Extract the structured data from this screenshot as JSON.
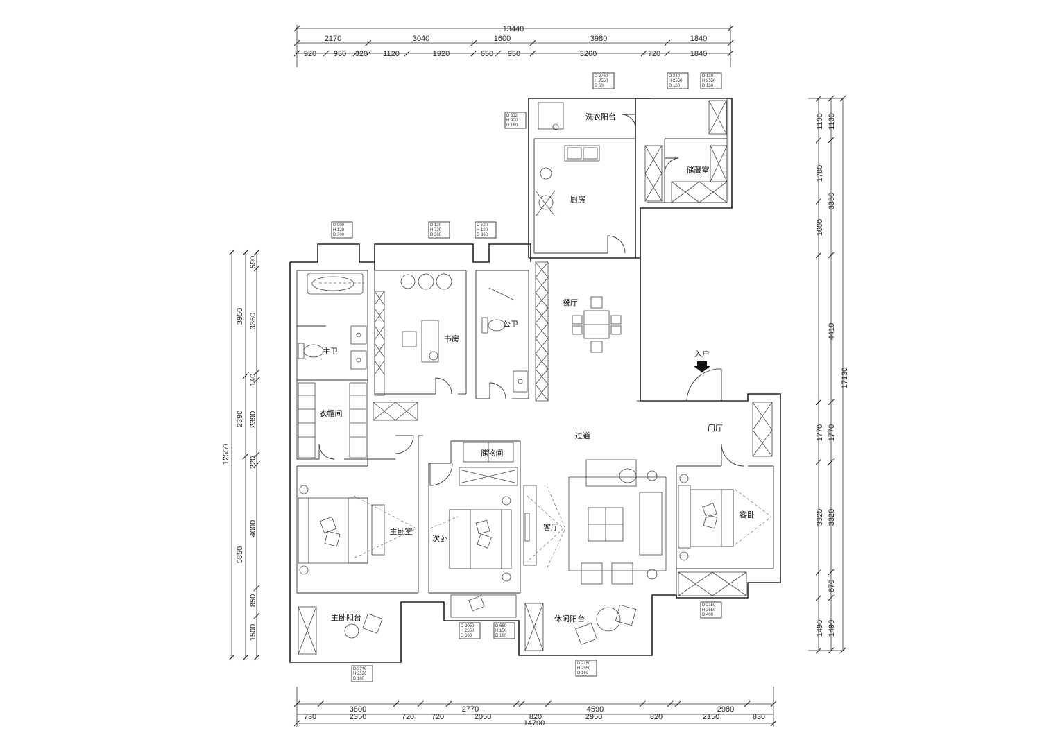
{
  "rooms": {
    "laundry_balcony": "洗衣阳台",
    "storage_room": "储藏室",
    "kitchen": "厨房",
    "dining": "餐厅",
    "entry": "入户",
    "master_bath": "主卫",
    "study": "书房",
    "public_bath": "公卫",
    "walkin_closet": "衣帽间",
    "corridor": "过道",
    "foyer": "门厅",
    "storeroom": "储物间",
    "master_bedroom": "主卧室",
    "second_bedroom": "次卧",
    "living": "客厅",
    "guest_room": "客卧",
    "master_balcony": "主卧阳台",
    "leisure_balcony": "休闲阳台"
  },
  "dims": {
    "top_total": "13440",
    "top_row1": [
      "2170",
      "3040",
      "1600",
      "3980",
      "1840"
    ],
    "top_row2": [
      "920",
      "930",
      "320",
      "1120",
      "1920",
      "650",
      "950",
      "3260",
      "720",
      "1840"
    ],
    "bottom_row1": [
      "730",
      "2350",
      "720",
      "720",
      "2050",
      "820",
      "2950",
      "820",
      "2150",
      "830"
    ],
    "bottom_row2": [
      "3800",
      "2770",
      "4590",
      "2980"
    ],
    "bottom_total": "14790",
    "left_outer": [
      "3950",
      "2390",
      "5850"
    ],
    "left_total": "12550",
    "left_inner": [
      "590",
      "3360",
      "140",
      "2390",
      "220",
      "4000",
      "850",
      "1500"
    ],
    "right_outer": [
      "1100",
      "3380",
      "4410",
      "1770",
      "3320",
      "670",
      "1490"
    ],
    "right_total": "17130",
    "right_inner": [
      "1100",
      "1780",
      "1600",
      "1770",
      "3320",
      "1490"
    ]
  },
  "window_tags": {
    "t1": [
      "D 2760",
      "H 2550",
      "D 60"
    ],
    "t2": [
      "D 240",
      "H 2550",
      "D 160"
    ],
    "t3": [
      "D 120",
      "H 2550",
      "D 160"
    ],
    "t4": [
      "D 632",
      "H 900",
      "D 160"
    ],
    "t5": [
      "D 900",
      "H 120",
      "D 300"
    ],
    "t6": [
      "D 120",
      "H 720",
      "D 360"
    ],
    "t7": [
      "D 720",
      "H 120",
      "D 360"
    ],
    "t8": [
      "D 2150",
      "H 2550",
      "D 400"
    ],
    "t9": [
      "D 3340",
      "H 2520",
      "D 160"
    ],
    "t10": [
      "D 2050",
      "H 2550",
      "D 660"
    ],
    "t11": [
      "D 660",
      "H 150",
      "D 160"
    ],
    "t12": [
      "D 2250",
      "H 2550",
      "D 160"
    ]
  }
}
